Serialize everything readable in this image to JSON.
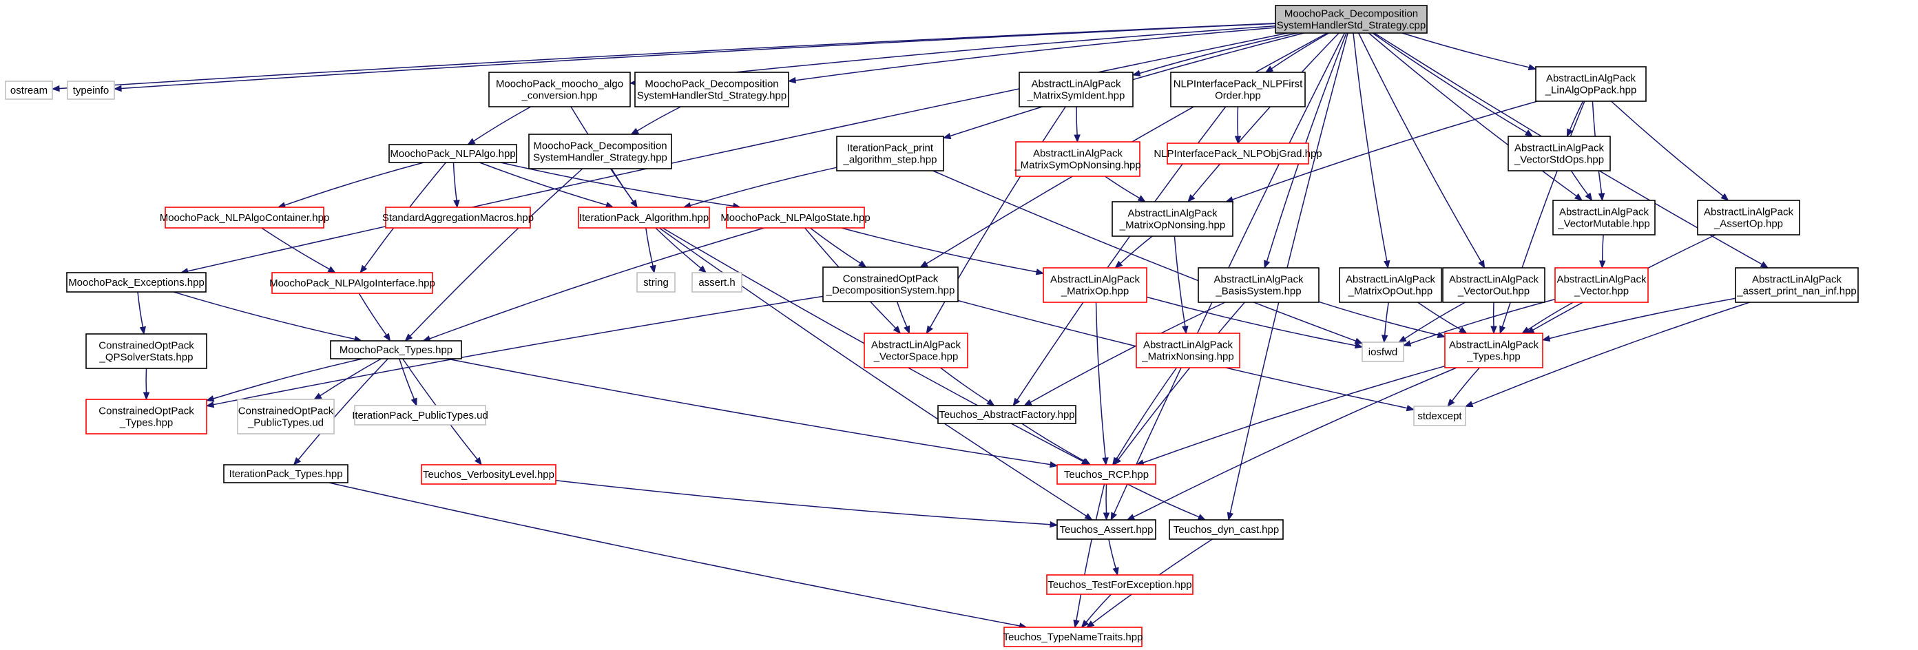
{
  "graph": {
    "colors": {
      "edge": "#191970",
      "root_fill": "#bfbfbf",
      "normal_border": "#000000",
      "truncated_border": "#ff0000",
      "external_border": "#bfbfbf",
      "background": "#ffffff"
    },
    "nodes": [
      {
        "id": "root",
        "lines": [
          "MoochoPack_Decomposition",
          "SystemHandlerStd_Strategy.cpp"
        ],
        "kind": "root"
      },
      {
        "id": "ostream",
        "lines": [
          "ostream"
        ],
        "kind": "external"
      },
      {
        "id": "typeinfo",
        "lines": [
          "typeinfo"
        ],
        "kind": "external"
      },
      {
        "id": "moocho_algo_conversion",
        "lines": [
          "MoochoPack_moocho_algo",
          "_conversion.hpp"
        ],
        "kind": "normal"
      },
      {
        "id": "decomp_std_strategy_hpp",
        "lines": [
          "MoochoPack_Decomposition",
          "SystemHandlerStd_Strategy.hpp"
        ],
        "kind": "normal"
      },
      {
        "id": "matrix_sym_ident",
        "lines": [
          "AbstractLinAlgPack",
          "_MatrixSymIdent.hpp"
        ],
        "kind": "normal"
      },
      {
        "id": "nlp_first_order",
        "lines": [
          "NLPInterfacePack_NLPFirst",
          "Order.hpp"
        ],
        "kind": "normal"
      },
      {
        "id": "lin_alg_op_pack",
        "lines": [
          "AbstractLinAlgPack",
          "_LinAlgOpPack.hpp"
        ],
        "kind": "normal"
      },
      {
        "id": "nlp_algo",
        "lines": [
          "MoochoPack_NLPAlgo.hpp"
        ],
        "kind": "normal"
      },
      {
        "id": "decomp_strategy_hpp",
        "lines": [
          "MoochoPack_Decomposition",
          "SystemHandler_Strategy.hpp"
        ],
        "kind": "normal"
      },
      {
        "id": "print_algorithm_step",
        "lines": [
          "IterationPack_print",
          "_algorithm_step.hpp"
        ],
        "kind": "normal"
      },
      {
        "id": "matrix_sym_op_nonsing",
        "lines": [
          "AbstractLinAlgPack",
          "_MatrixSymOpNonsing.hpp"
        ],
        "kind": "truncated"
      },
      {
        "id": "nlp_obj_grad",
        "lines": [
          "NLPInterfacePack_NLPObjGrad.hpp"
        ],
        "kind": "truncated"
      },
      {
        "id": "vector_std_ops",
        "lines": [
          "AbstractLinAlgPack",
          "_VectorStdOps.hpp"
        ],
        "kind": "normal"
      },
      {
        "id": "nlp_algo_container",
        "lines": [
          "MoochoPack_NLPAlgoContainer.hpp"
        ],
        "kind": "truncated"
      },
      {
        "id": "std_aggregation_macros",
        "lines": [
          "StandardAggregationMacros.hpp"
        ],
        "kind": "truncated"
      },
      {
        "id": "iteration_algorithm",
        "lines": [
          "IterationPack_Algorithm.hpp"
        ],
        "kind": "truncated"
      },
      {
        "id": "nlp_algo_state",
        "lines": [
          "MoochoPack_NLPAlgoState.hpp"
        ],
        "kind": "truncated"
      },
      {
        "id": "matrix_op_nonsing",
        "lines": [
          "AbstractLinAlgPack",
          "_MatrixOpNonsing.hpp"
        ],
        "kind": "normal"
      },
      {
        "id": "vector_mutable",
        "lines": [
          "AbstractLinAlgPack",
          "_VectorMutable.hpp"
        ],
        "kind": "normal"
      },
      {
        "id": "assert_op",
        "lines": [
          "AbstractLinAlgPack",
          "_AssertOp.hpp"
        ],
        "kind": "normal"
      },
      {
        "id": "moocho_exceptions",
        "lines": [
          "MoochoPack_Exceptions.hpp"
        ],
        "kind": "normal"
      },
      {
        "id": "nlp_algo_interface",
        "lines": [
          "MoochoPack_NLPAlgoInterface.hpp"
        ],
        "kind": "truncated"
      },
      {
        "id": "string",
        "lines": [
          "string"
        ],
        "kind": "external"
      },
      {
        "id": "assert_h",
        "lines": [
          "assert.h"
        ],
        "kind": "external"
      },
      {
        "id": "decomposition_system",
        "lines": [
          "ConstrainedOptPack",
          "_DecompositionSystem.hpp"
        ],
        "kind": "normal"
      },
      {
        "id": "matrix_op",
        "lines": [
          "AbstractLinAlgPack",
          "_MatrixOp.hpp"
        ],
        "kind": "truncated"
      },
      {
        "id": "basis_system",
        "lines": [
          "AbstractLinAlgPack",
          "_BasisSystem.hpp"
        ],
        "kind": "normal"
      },
      {
        "id": "matrix_op_out",
        "lines": [
          "AbstractLinAlgPack",
          "_MatrixOpOut.hpp"
        ],
        "kind": "normal"
      },
      {
        "id": "vector_out",
        "lines": [
          "AbstractLinAlgPack",
          "_VectorOut.hpp"
        ],
        "kind": "normal"
      },
      {
        "id": "vector",
        "lines": [
          "AbstractLinAlgPack",
          "_Vector.hpp"
        ],
        "kind": "truncated"
      },
      {
        "id": "assert_print_nan_inf",
        "lines": [
          "AbstractLinAlgPack",
          "_assert_print_nan_inf.hpp"
        ],
        "kind": "normal"
      },
      {
        "id": "qp_solver_stats",
        "lines": [
          "ConstrainedOptPack",
          "_QPSolverStats.hpp"
        ],
        "kind": "normal"
      },
      {
        "id": "moocho_types",
        "lines": [
          "MoochoPack_Types.hpp"
        ],
        "kind": "normal"
      },
      {
        "id": "vector_space",
        "lines": [
          "AbstractLinAlgPack",
          "_VectorSpace.hpp"
        ],
        "kind": "truncated"
      },
      {
        "id": "matrix_nonsing",
        "lines": [
          "AbstractLinAlgPack",
          "_MatrixNonsing.hpp"
        ],
        "kind": "truncated"
      },
      {
        "id": "iosfwd",
        "lines": [
          "iosfwd"
        ],
        "kind": "external"
      },
      {
        "id": "alap_types",
        "lines": [
          "AbstractLinAlgPack",
          "_Types.hpp"
        ],
        "kind": "truncated"
      },
      {
        "id": "cop_types",
        "lines": [
          "ConstrainedOptPack",
          "_Types.hpp"
        ],
        "kind": "truncated"
      },
      {
        "id": "cop_public_types",
        "lines": [
          "ConstrainedOptPack",
          "_PublicTypes.ud"
        ],
        "kind": "external"
      },
      {
        "id": "ip_public_types",
        "lines": [
          "IterationPack_PublicTypes.ud"
        ],
        "kind": "external"
      },
      {
        "id": "abstract_factory",
        "lines": [
          "Teuchos_AbstractFactory.hpp"
        ],
        "kind": "normal"
      },
      {
        "id": "stdexcept",
        "lines": [
          "stdexcept"
        ],
        "kind": "external"
      },
      {
        "id": "iteration_types",
        "lines": [
          "IterationPack_Types.hpp"
        ],
        "kind": "normal"
      },
      {
        "id": "verbosity_level",
        "lines": [
          "Teuchos_VerbosityLevel.hpp"
        ],
        "kind": "truncated"
      },
      {
        "id": "teuchos_rcp",
        "lines": [
          "Teuchos_RCP.hpp"
        ],
        "kind": "truncated"
      },
      {
        "id": "teuchos_assert",
        "lines": [
          "Teuchos_Assert.hpp"
        ],
        "kind": "normal"
      },
      {
        "id": "teuchos_dyn_cast",
        "lines": [
          "Teuchos_dyn_cast.hpp"
        ],
        "kind": "normal"
      },
      {
        "id": "test_for_exception",
        "lines": [
          "Teuchos_TestForException.hpp"
        ],
        "kind": "truncated"
      },
      {
        "id": "type_name_traits",
        "lines": [
          "Teuchos_TypeNameTraits.hpp"
        ],
        "kind": "truncated"
      }
    ],
    "edges": [
      [
        "root",
        "ostream"
      ],
      [
        "root",
        "typeinfo"
      ],
      [
        "root",
        "moocho_algo_conversion"
      ],
      [
        "root",
        "decomp_std_strategy_hpp"
      ],
      [
        "root",
        "matrix_sym_ident"
      ],
      [
        "root",
        "nlp_first_order"
      ],
      [
        "root",
        "lin_alg_op_pack"
      ],
      [
        "root",
        "vector_std_ops"
      ],
      [
        "root",
        "vector_mutable"
      ],
      [
        "root",
        "assert_print_nan_inf"
      ],
      [
        "root",
        "moocho_exceptions"
      ],
      [
        "root",
        "print_algorithm_step"
      ],
      [
        "root",
        "decomposition_system"
      ],
      [
        "root",
        "matrix_op_nonsing"
      ],
      [
        "root",
        "basis_system"
      ],
      [
        "root",
        "matrix_op_out"
      ],
      [
        "root",
        "vector_out"
      ],
      [
        "root",
        "teuchos_dyn_cast"
      ],
      [
        "root",
        "teuchos_assert"
      ],
      [
        "moocho_algo_conversion",
        "nlp_algo"
      ],
      [
        "moocho_algo_conversion",
        "iteration_algorithm"
      ],
      [
        "decomp_std_strategy_hpp",
        "decomp_strategy_hpp"
      ],
      [
        "matrix_sym_ident",
        "matrix_sym_op_nonsing"
      ],
      [
        "matrix_sym_ident",
        "vector_space"
      ],
      [
        "nlp_first_order",
        "nlp_obj_grad"
      ],
      [
        "nlp_first_order",
        "abstract_factory"
      ],
      [
        "lin_alg_op_pack",
        "vector_std_ops"
      ],
      [
        "lin_alg_op_pack",
        "vector_mutable"
      ],
      [
        "lin_alg_op_pack",
        "assert_op"
      ],
      [
        "lin_alg_op_pack",
        "matrix_op_nonsing"
      ],
      [
        "lin_alg_op_pack",
        "alap_types"
      ],
      [
        "nlp_algo",
        "nlp_algo_container"
      ],
      [
        "nlp_algo",
        "std_aggregation_macros"
      ],
      [
        "nlp_algo",
        "iteration_algorithm"
      ],
      [
        "nlp_algo",
        "nlp_algo_state"
      ],
      [
        "nlp_algo",
        "nlp_algo_interface"
      ],
      [
        "decomp_strategy_hpp",
        "iteration_algorithm"
      ],
      [
        "decomp_strategy_hpp",
        "moocho_types"
      ],
      [
        "print_algorithm_step",
        "iteration_algorithm"
      ],
      [
        "print_algorithm_step",
        "iosfwd"
      ],
      [
        "matrix_sym_op_nonsing",
        "matrix_op_nonsing"
      ],
      [
        "vector_std_ops",
        "vector_mutable"
      ],
      [
        "vector_mutable",
        "vector"
      ],
      [
        "assert_op",
        "alap_types"
      ],
      [
        "nlp_algo_container",
        "nlp_algo_interface"
      ],
      [
        "iteration_algorithm",
        "string"
      ],
      [
        "iteration_algorithm",
        "assert_h"
      ],
      [
        "iteration_algorithm",
        "teuchos_rcp"
      ],
      [
        "iteration_algorithm",
        "teuchos_assert"
      ],
      [
        "nlp_algo_state",
        "decomposition_system"
      ],
      [
        "nlp_algo_state",
        "moocho_types"
      ],
      [
        "nlp_algo_state",
        "vector_space"
      ],
      [
        "nlp_algo_state",
        "matrix_op"
      ],
      [
        "matrix_op_nonsing",
        "matrix_op"
      ],
      [
        "matrix_op_nonsing",
        "matrix_nonsing"
      ],
      [
        "moocho_exceptions",
        "qp_solver_stats"
      ],
      [
        "moocho_exceptions",
        "moocho_types"
      ],
      [
        "nlp_algo_interface",
        "moocho_types"
      ],
      [
        "decomposition_system",
        "vector_space"
      ],
      [
        "decomposition_system",
        "cop_types"
      ],
      [
        "decomposition_system",
        "stdexcept"
      ],
      [
        "matrix_op",
        "iosfwd"
      ],
      [
        "matrix_op",
        "teuchos_rcp"
      ],
      [
        "basis_system",
        "alap_types"
      ],
      [
        "basis_system",
        "abstract_factory"
      ],
      [
        "basis_system",
        "teuchos_rcp"
      ],
      [
        "matrix_op_out",
        "iosfwd"
      ],
      [
        "matrix_op_out",
        "alap_types"
      ],
      [
        "vector_out",
        "iosfwd"
      ],
      [
        "vector_out",
        "alap_types"
      ],
      [
        "vector",
        "alap_types"
      ],
      [
        "vector",
        "iosfwd"
      ],
      [
        "assert_print_nan_inf",
        "alap_types"
      ],
      [
        "assert_print_nan_inf",
        "stdexcept"
      ],
      [
        "qp_solver_stats",
        "cop_types"
      ],
      [
        "moocho_types",
        "cop_types"
      ],
      [
        "moocho_types",
        "cop_public_types"
      ],
      [
        "moocho_types",
        "ip_public_types"
      ],
      [
        "moocho_types",
        "iteration_types"
      ],
      [
        "moocho_types",
        "verbosity_level"
      ],
      [
        "moocho_types",
        "teuchos_rcp"
      ],
      [
        "vector_space",
        "abstract_factory"
      ],
      [
        "matrix_nonsing",
        "teuchos_rcp"
      ],
      [
        "alap_types",
        "stdexcept"
      ],
      [
        "alap_types",
        "teuchos_rcp"
      ],
      [
        "alap_types",
        "teuchos_assert"
      ],
      [
        "abstract_factory",
        "teuchos_rcp"
      ],
      [
        "iteration_types",
        "type_name_traits"
      ],
      [
        "verbosity_level",
        "teuchos_assert"
      ],
      [
        "teuchos_rcp",
        "teuchos_assert"
      ],
      [
        "teuchos_rcp",
        "teuchos_dyn_cast"
      ],
      [
        "teuchos_rcp",
        "type_name_traits"
      ],
      [
        "teuchos_assert",
        "test_for_exception"
      ],
      [
        "teuchos_dyn_cast",
        "type_name_traits"
      ],
      [
        "test_for_exception",
        "type_name_traits"
      ]
    ]
  }
}
